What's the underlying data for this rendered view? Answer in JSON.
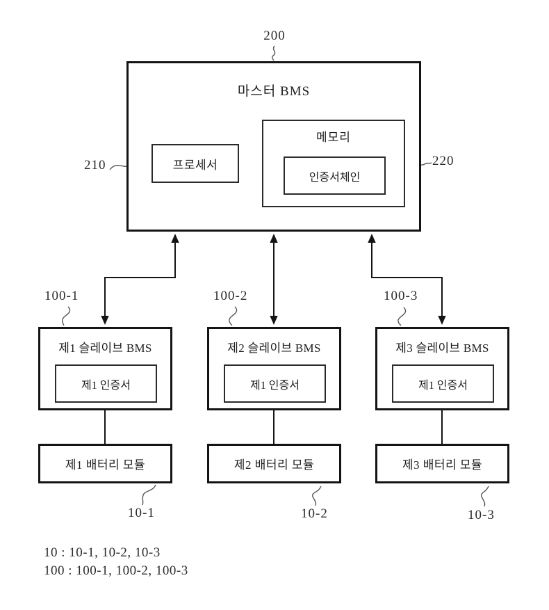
{
  "figure": {
    "master": {
      "ref_label": "200",
      "title": "마스터 BMS",
      "processor": {
        "ref_label": "210",
        "label": "프로세서"
      },
      "memory": {
        "ref_label": "220",
        "title": "메모리",
        "cert_chain_label": "인증서체인"
      }
    },
    "slaves": [
      {
        "ref_label": "100-1",
        "title": "제1 슬레이브 BMS",
        "certificate": "제1 인증서"
      },
      {
        "ref_label": "100-2",
        "title": "제2 슬레이브 BMS",
        "certificate": "제1 인증서"
      },
      {
        "ref_label": "100-3",
        "title": "제3 슬레이브 BMS",
        "certificate": "제1 인증서"
      }
    ],
    "batteries": [
      {
        "ref_label": "10-1",
        "label": "제1 배터리 모듈"
      },
      {
        "ref_label": "10-2",
        "label": "제2 배터리 모듈"
      },
      {
        "ref_label": "10-3",
        "label": "제3 배터리 모듈"
      }
    ],
    "legend": {
      "line1": "10 : 10-1, 10-2, 10-3",
      "line2": "100 : 100-1, 100-2, 100-3"
    },
    "colors": {
      "ink": "#141414",
      "background": "#ffffff"
    }
  }
}
